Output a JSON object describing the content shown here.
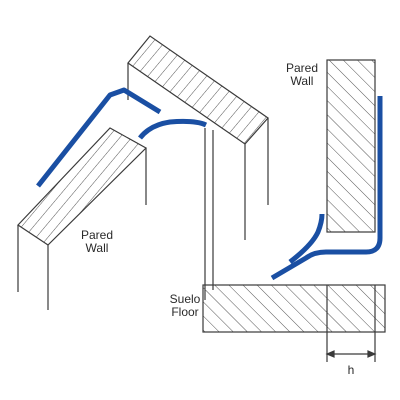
{
  "labels": {
    "left_wall_es": "Pared",
    "left_wall_en": "Wall",
    "right_wall_es": "Pared",
    "right_wall_en": "Wall",
    "floor_es": "Suelo",
    "floor_en": "Floor",
    "dimension": "h"
  },
  "colors": {
    "profile": "#1a4fa3",
    "outline": "#3a3a3a",
    "hatch": "#555555",
    "background": "#ffffff"
  }
}
